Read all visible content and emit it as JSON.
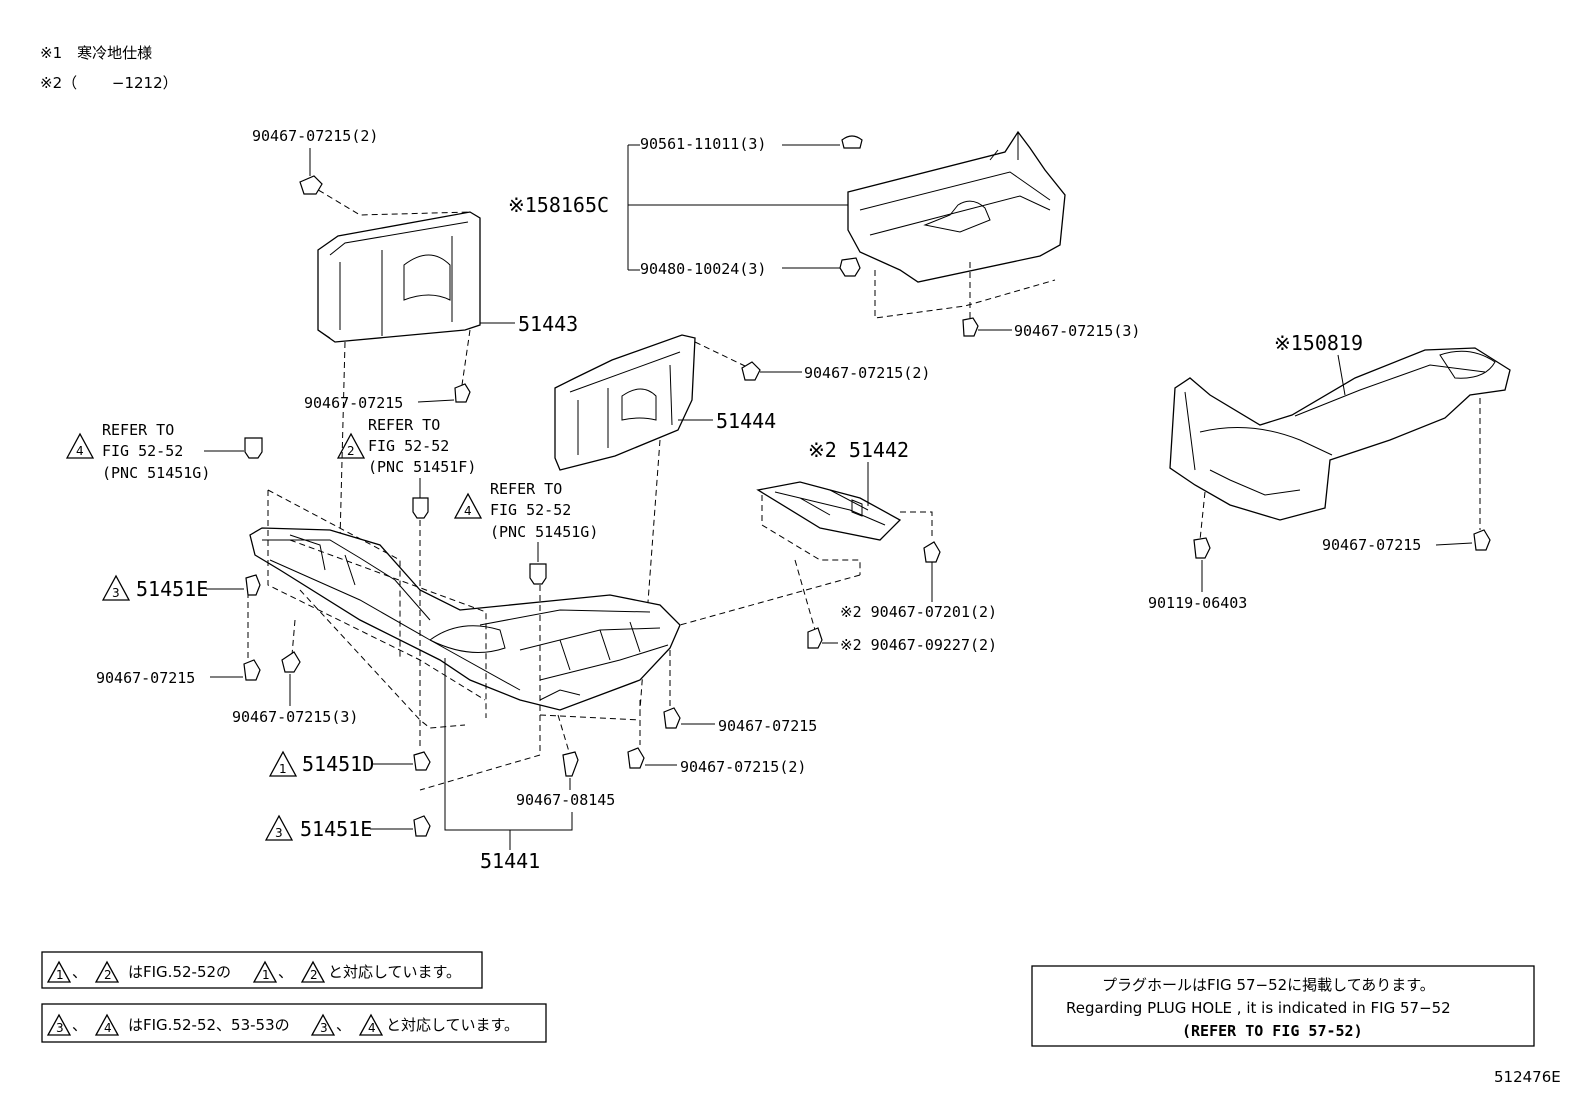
{
  "header": {
    "note1": "※1　寒冷地仕様",
    "note2": "※2（　　 −1212）"
  },
  "callouts": {
    "c_51443_clip": "90467-07215(2)",
    "c_51443": "51443",
    "c_51443_bolt": "90467-07215",
    "c_58165_top": "90561-11011(3)",
    "c_58165": "※158165C",
    "c_58165_mid": "90480-10024(3)",
    "c_58165_bot": "90467-07215(3)",
    "c_51444_clip": "90467-07215(2)",
    "c_51444": "51444",
    "c_50819": "※150819",
    "c_50819_clip": "90467-07215",
    "c_50819_bolt": "90119-06403",
    "c_51442": "※2 51442",
    "c_51442_a": "※2 90467-07201(2)",
    "c_51442_b": "※2 90467-09227(2)",
    "ref_a_1": "REFER TO",
    "ref_a_2": "FIG 52-52",
    "ref_a_3": "(PNC 51451G)",
    "ref_b_1": "REFER TO",
    "ref_b_2": "FIG 52-52",
    "ref_b_3": "(PNC 51451F)",
    "ref_c_1": "REFER TO",
    "ref_c_2": "FIG 52-52",
    "ref_c_3": "(PNC 51451G)",
    "p_51451E_a": "51451E",
    "p_left_bolt": "90467-07215",
    "p_left_bolt3": "90467-07215(3)",
    "p_51451D": "51451D",
    "p_51451E_b": "51451E",
    "p_51441": "51441",
    "p_08145": "90467-08145",
    "p_right_bolt": "90467-07215",
    "p_right_bolt2": "90467-07215(2)",
    "tri_1": "1",
    "tri_2": "2",
    "tri_3": "3",
    "tri_4": "4"
  },
  "legend": {
    "row1_mid": "はFIG.52-52の",
    "row1_end": "と対応しています。",
    "row2_mid": "はFIG.52-52、53-53の",
    "row2_end": "と対応しています。",
    "sep": "、"
  },
  "plug_note": {
    "line1": "プラグホールはFIG 57−52に掲載してあります。",
    "line2": "Regarding PLUG HOLE , it is indicated in FIG 57−52",
    "line3": "(REFER TO FIG 57-52)"
  },
  "figure_id": "512476E"
}
